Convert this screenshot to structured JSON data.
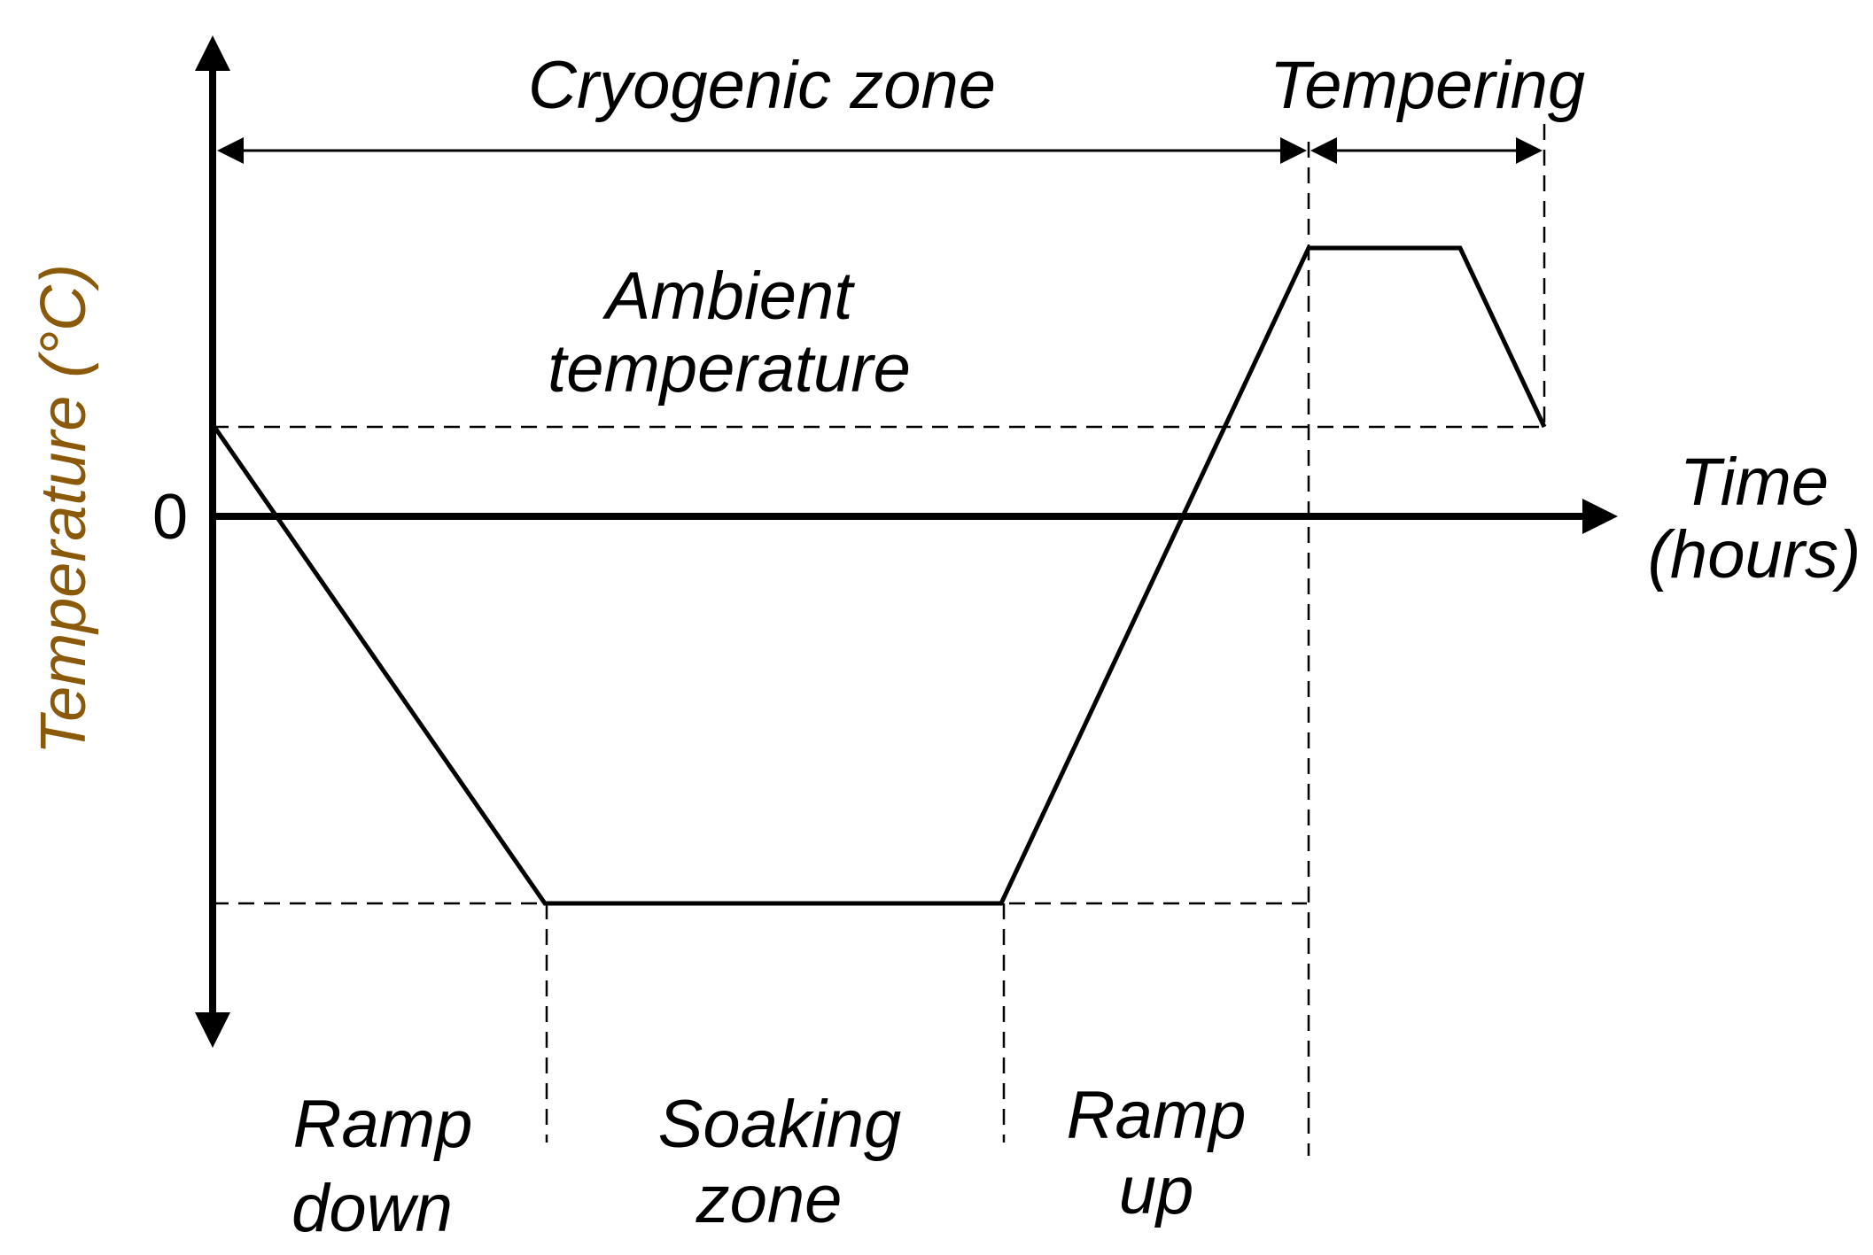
{
  "axes": {
    "y_label": "Temperature (°C)",
    "y_zero_tick": "0",
    "x_label_line1": "Time",
    "x_label_line2": "(hours)"
  },
  "zones": {
    "cryogenic": "Cryogenic zone",
    "tempering": "Tempering"
  },
  "annotations": {
    "ambient_line1": "Ambient",
    "ambient_line2": "temperature"
  },
  "phases": {
    "ramp_down_line1": "Ramp",
    "ramp_down_line2": "down",
    "soaking_line1": "Soaking",
    "soaking_line2": "zone",
    "ramp_up_line1": "Ramp",
    "ramp_up_line2": "up"
  },
  "colors": {
    "y_axis_label": "#8a5a0a",
    "lines": "#000000"
  }
}
